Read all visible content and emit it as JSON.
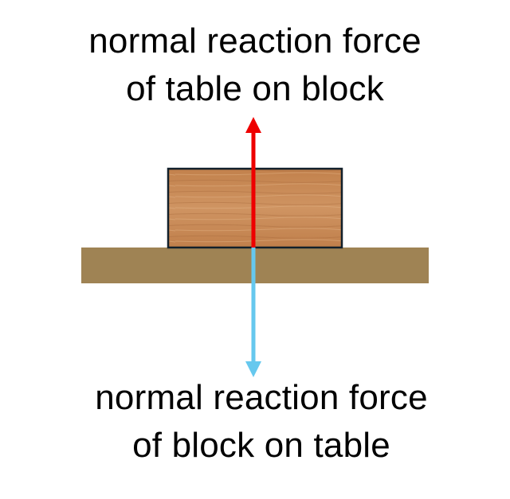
{
  "labels": {
    "upward_force": {
      "line1": "normal reaction force",
      "line2": "of table on block"
    },
    "downward_force": {
      "line1": "normal reaction force",
      "line2": "of block on table"
    }
  },
  "colors": {
    "table": "#9f8354",
    "block_wood": "#c98c57",
    "block_outline": "#12202b",
    "upward_arrow": "#ee0000",
    "downward_arrow": "#66c8ee",
    "text": "#000000"
  }
}
